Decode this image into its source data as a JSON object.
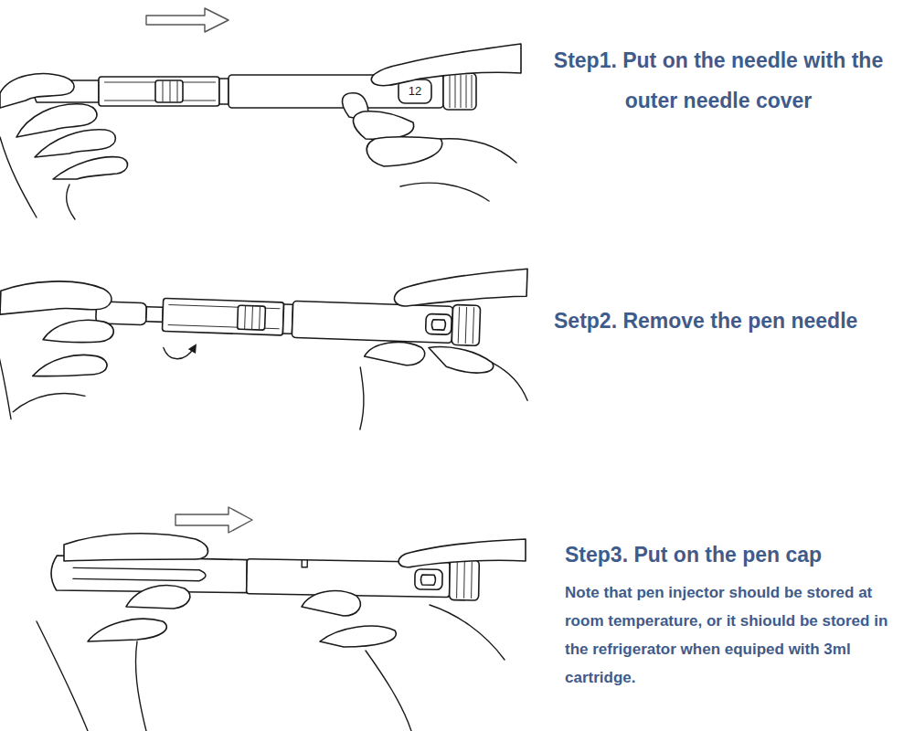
{
  "diagram": {
    "labels": [
      "12",
      "Step1. Put on the needle with the outer needle cover",
      "Setp2. Remove the pen needle",
      "Step3. Put on the pen cap",
      "Note that pen injector should be stored at room temperature, or it shiould be stored in the refrigerator when equiped with 3ml cartridge."
    ]
  }
}
